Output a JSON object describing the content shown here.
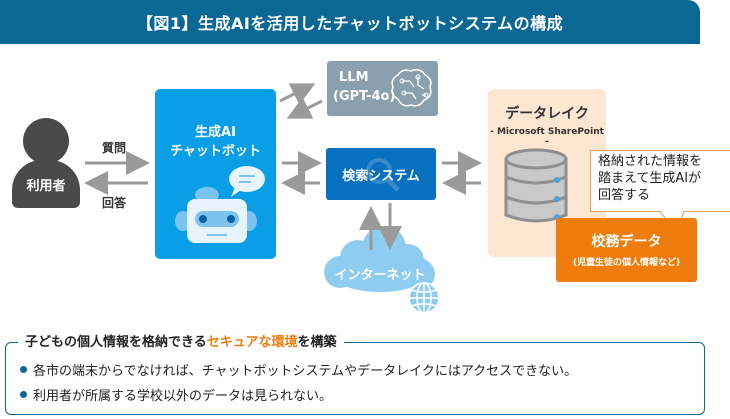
{
  "header": {
    "title": "【図1】生成AIを活用したチャットボットシステムの構成"
  },
  "user": {
    "label": "利用者",
    "question_label": "質問",
    "answer_label": "回答"
  },
  "chatbot": {
    "line1": "生成AI",
    "line2": "チャットボット",
    "icon": "robot-icon"
  },
  "llm": {
    "line1": "LLM",
    "line2": "(GPT-4o)",
    "icon": "brain-circuit-icon"
  },
  "search": {
    "label": "検索システム",
    "icon": "magnifier-icon"
  },
  "internet": {
    "label": "インターネット",
    "icon": "globe-icon"
  },
  "datalake": {
    "title": "データレイク",
    "subtitle": "- Microsoft SharePoint -",
    "icon": "database-icon"
  },
  "callout": {
    "line1": "格納された情報を",
    "line2": "踏まえて生成AIが",
    "line3": "回答する"
  },
  "school_data": {
    "title": "校務データ",
    "subtitle": "(児童生徒の個人情報など)"
  },
  "note": {
    "title_prefix": "子どもの個人情報を格納できる",
    "title_highlight": "セキュアな環境",
    "title_suffix": "を構築",
    "bullets": [
      "各市の端末からでなければ、チャットボットシステムやデータレイクにはアクセスできない。",
      "利用者が所属する学校以外のデータは見られない。"
    ]
  },
  "colors": {
    "header": "#0b6794",
    "chatbot": "#0a9ee6",
    "search": "#0770bf",
    "llm": "#8aa0ad",
    "datalake": "#fde6d2",
    "school_data": "#ee7d0d",
    "highlight": "#ee7d0d",
    "cloud": "#8fcdf0"
  }
}
